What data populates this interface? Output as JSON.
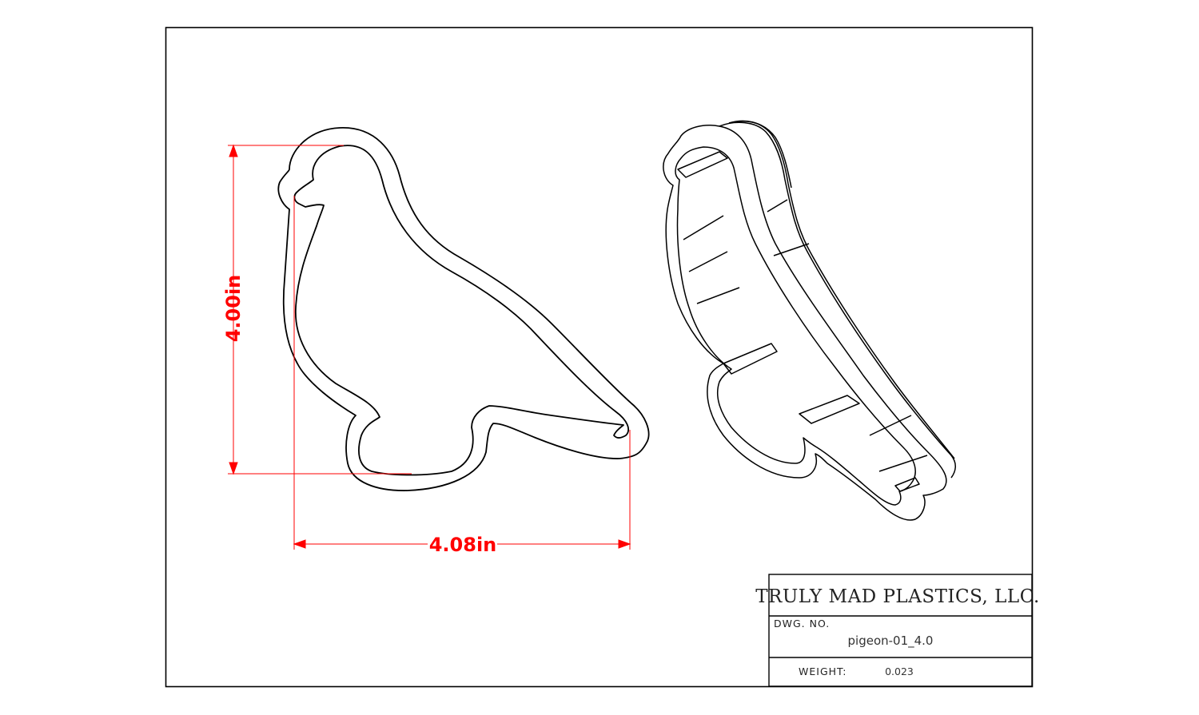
{
  "drawing": {
    "dimensions": {
      "height_label": "4.00in",
      "width_label": "4.08in"
    },
    "title_block": {
      "company": "TRULY MAD PLASTICS, LLC.",
      "dwg_no_label": "DWG. NO.",
      "dwg_no_value": "pigeon-01_4.0",
      "weight_label": "WEIGHT:",
      "weight_value": "0.023"
    }
  },
  "colors": {
    "line": "#000000",
    "dimension": "#ff0000",
    "paper": "#ffffff"
  }
}
